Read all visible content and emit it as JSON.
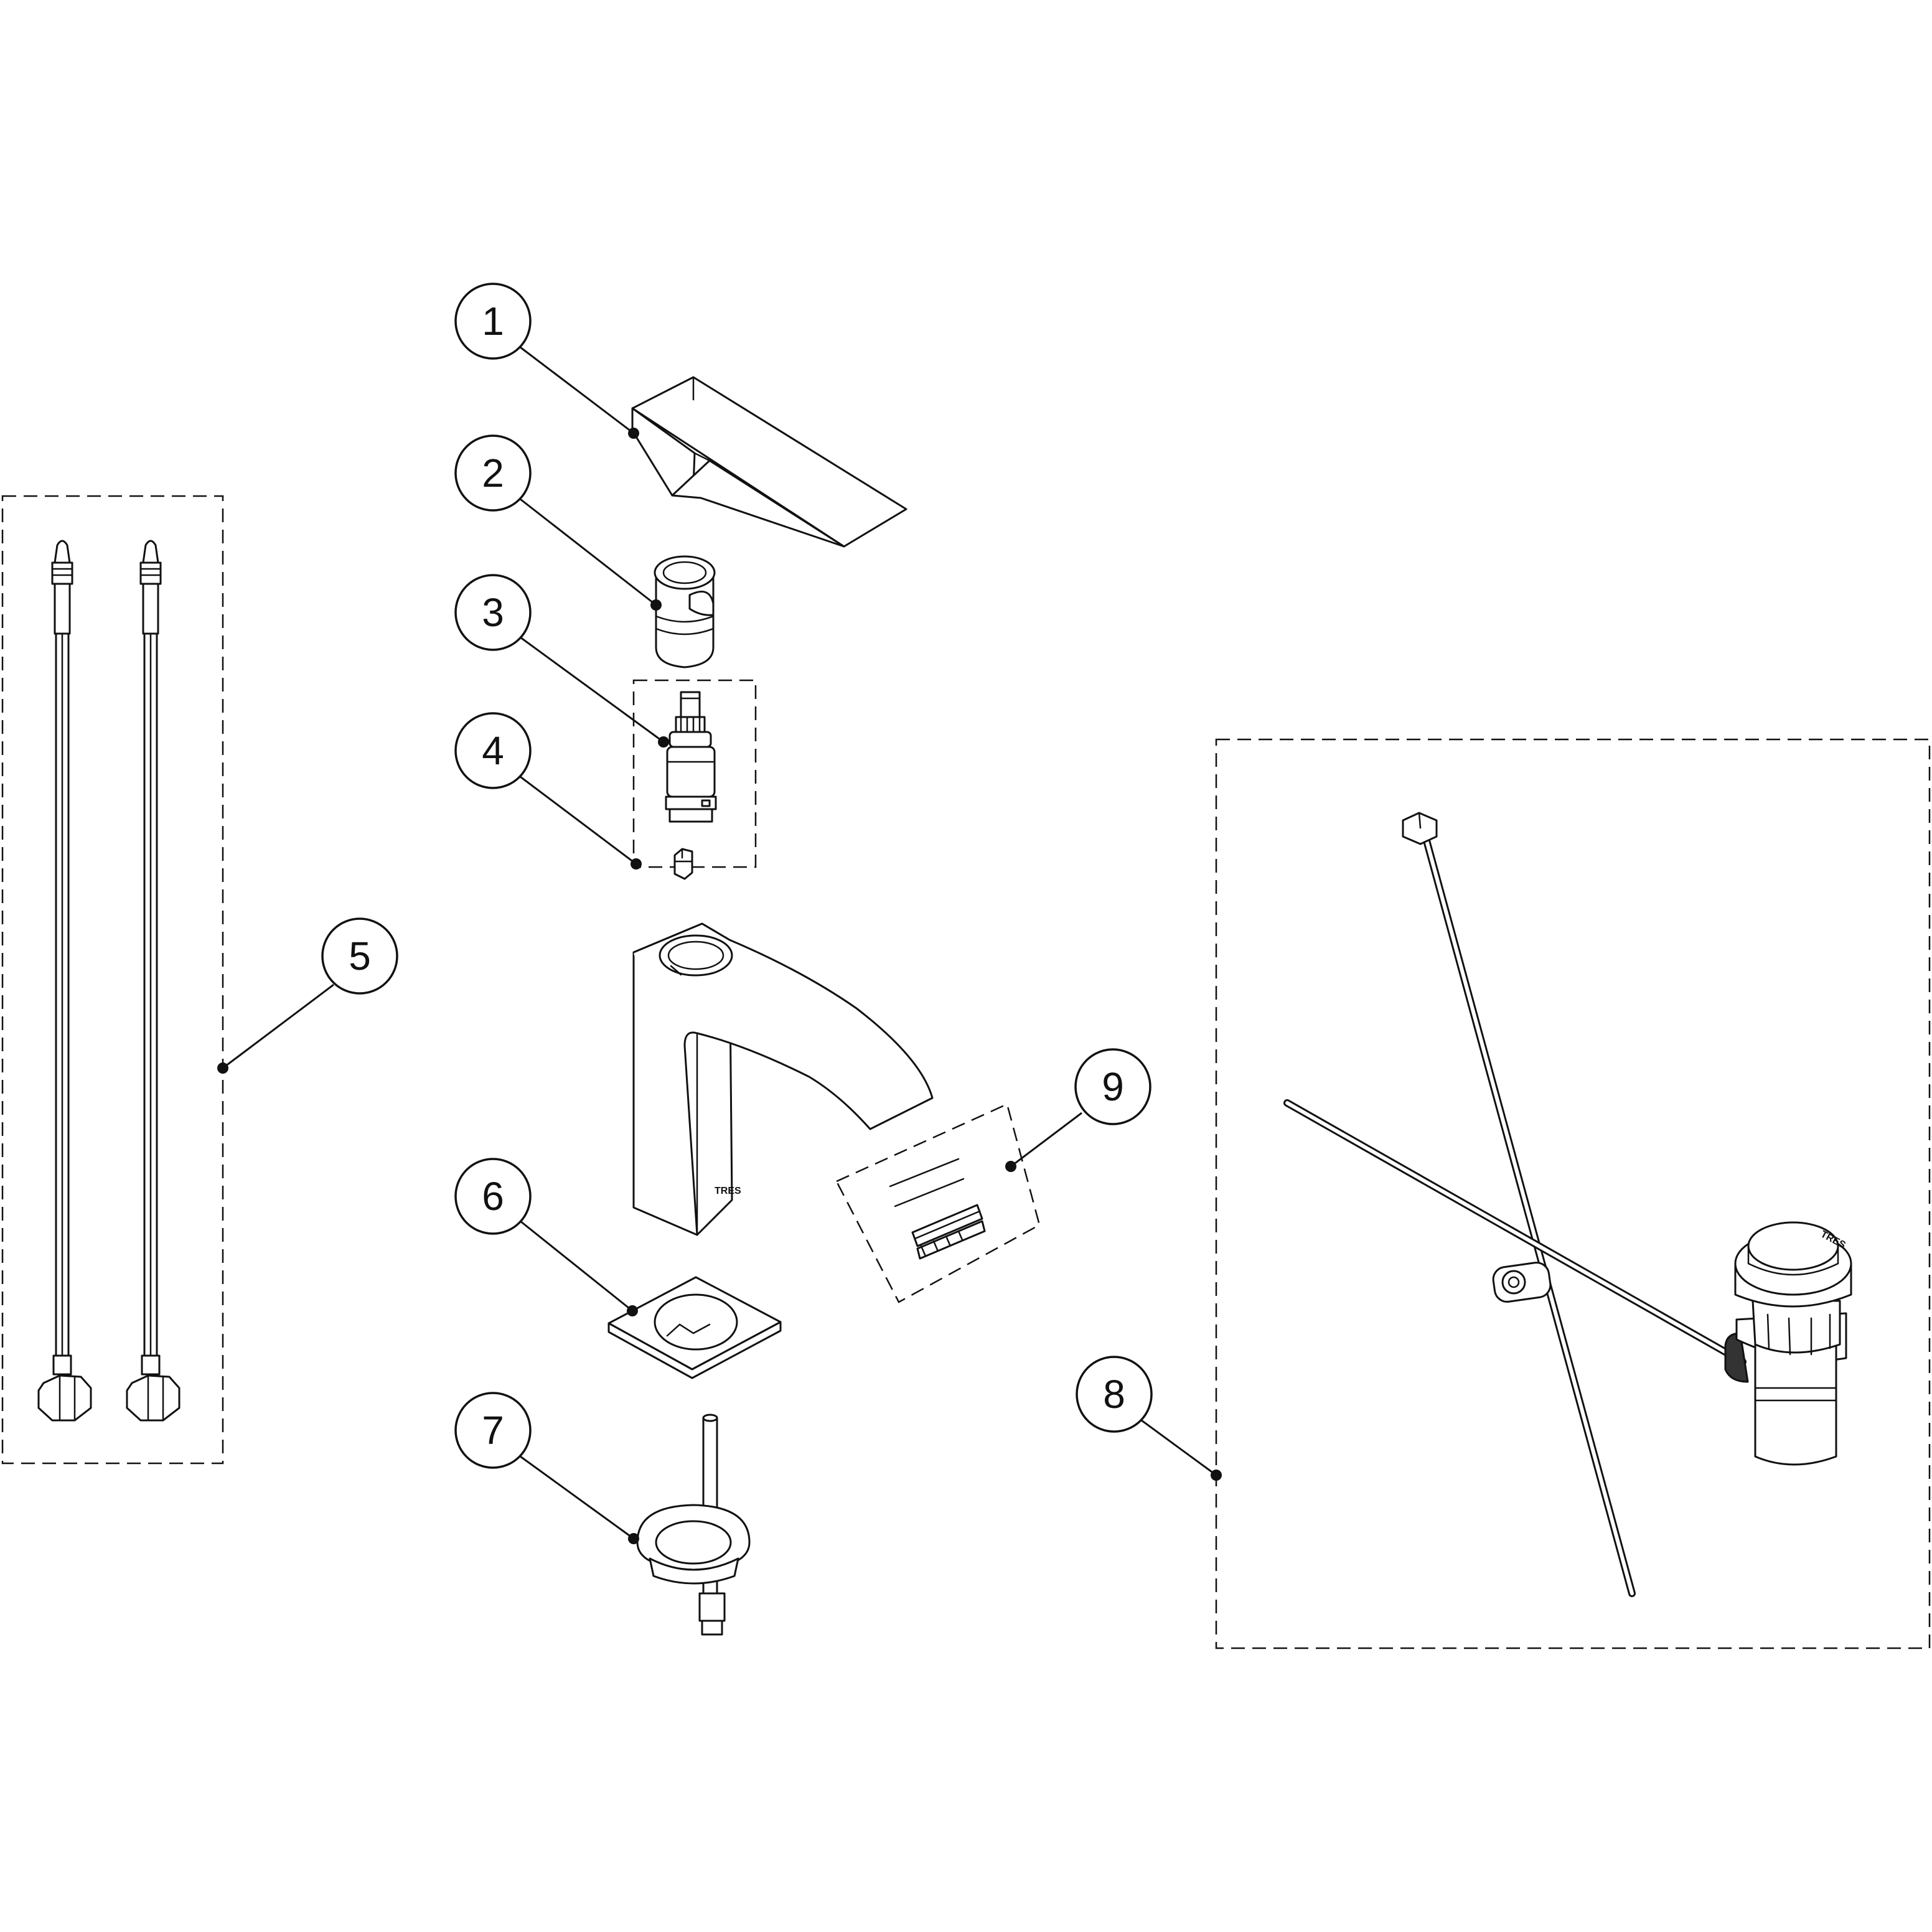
{
  "callouts": [
    {
      "id": "1",
      "label": "1"
    },
    {
      "id": "2",
      "label": "2"
    },
    {
      "id": "3",
      "label": "3"
    },
    {
      "id": "4",
      "label": "4"
    },
    {
      "id": "5",
      "label": "5"
    },
    {
      "id": "6",
      "label": "6"
    },
    {
      "id": "7",
      "label": "7"
    },
    {
      "id": "8",
      "label": "8"
    },
    {
      "id": "9",
      "label": "9"
    }
  ],
  "brand": {
    "mark": "TRES"
  },
  "colors": {
    "ink": "#111111",
    "paper": "#ffffff"
  }
}
